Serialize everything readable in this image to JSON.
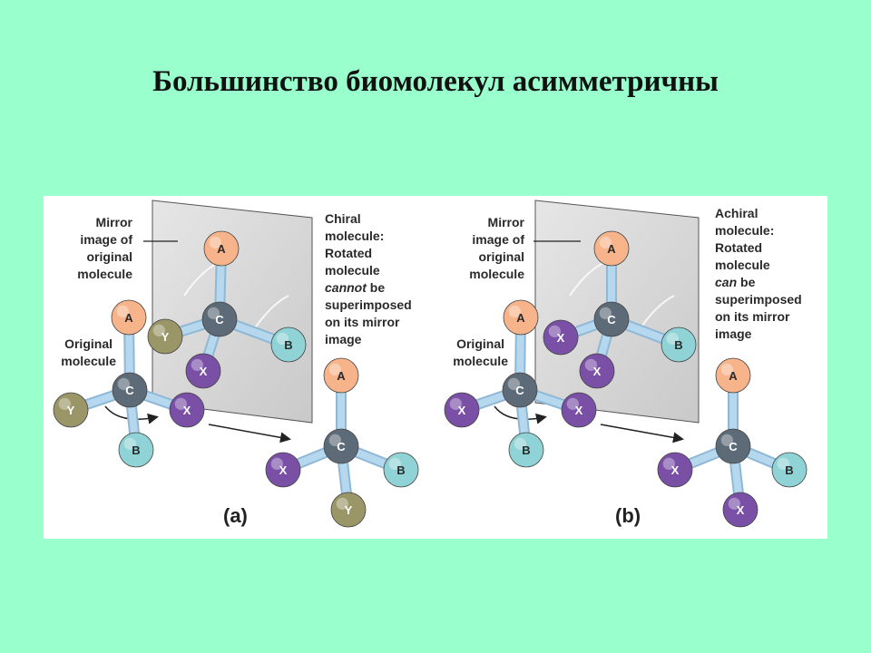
{
  "title": "Большинство биомолекул асимметричны",
  "panel_a": {
    "mirror_label": [
      "Mirror",
      "image of",
      "original",
      "molecule"
    ],
    "original_label": [
      "Original",
      "molecule"
    ],
    "side_label_lines": [
      {
        "text": "Chiral",
        "italic": false
      },
      {
        "text": "molecule:",
        "italic": false
      },
      {
        "text": "Rotated",
        "italic": false
      },
      {
        "text": "molecule",
        "italic": false
      },
      {
        "text": "cannot",
        "italic": true,
        "rest": " be"
      },
      {
        "text": "superimposed",
        "italic": false
      },
      {
        "text": "on its mirror",
        "italic": false
      },
      {
        "text": "image",
        "italic": false
      }
    ],
    "letter": "(a)"
  },
  "panel_b": {
    "mirror_label": [
      "Mirror",
      "image of",
      "original",
      "molecule"
    ],
    "original_label": [
      "Original",
      "molecule"
    ],
    "side_label_lines": [
      {
        "text": "Achiral",
        "italic": false
      },
      {
        "text": "molecule:",
        "italic": false
      },
      {
        "text": "Rotated",
        "italic": false
      },
      {
        "text": "molecule",
        "italic": false
      },
      {
        "text": "can",
        "italic": true,
        "rest": " be"
      },
      {
        "text": "superimposed",
        "italic": false
      },
      {
        "text": "on its mirror",
        "italic": false
      },
      {
        "text": "image",
        "italic": false
      }
    ],
    "letter": "(b)"
  },
  "atoms": {
    "A": {
      "label": "A",
      "color": "#f7b48a",
      "text": "#2a2a2a"
    },
    "B": {
      "label": "B",
      "color": "#8fd3d6",
      "text": "#2a2a2a"
    },
    "C": {
      "label": "C",
      "color": "#5d6b78",
      "text": "#ffffff"
    },
    "X": {
      "label": "X",
      "color": "#7a4fa6",
      "text": "#ffffff"
    },
    "Y": {
      "label": "Y",
      "color": "#9a9668",
      "text": "#ffffff"
    }
  },
  "colors": {
    "bond": "#b5d8ef",
    "bond_edge": "#8fb8d6",
    "mirror": "#d6d6d6"
  }
}
